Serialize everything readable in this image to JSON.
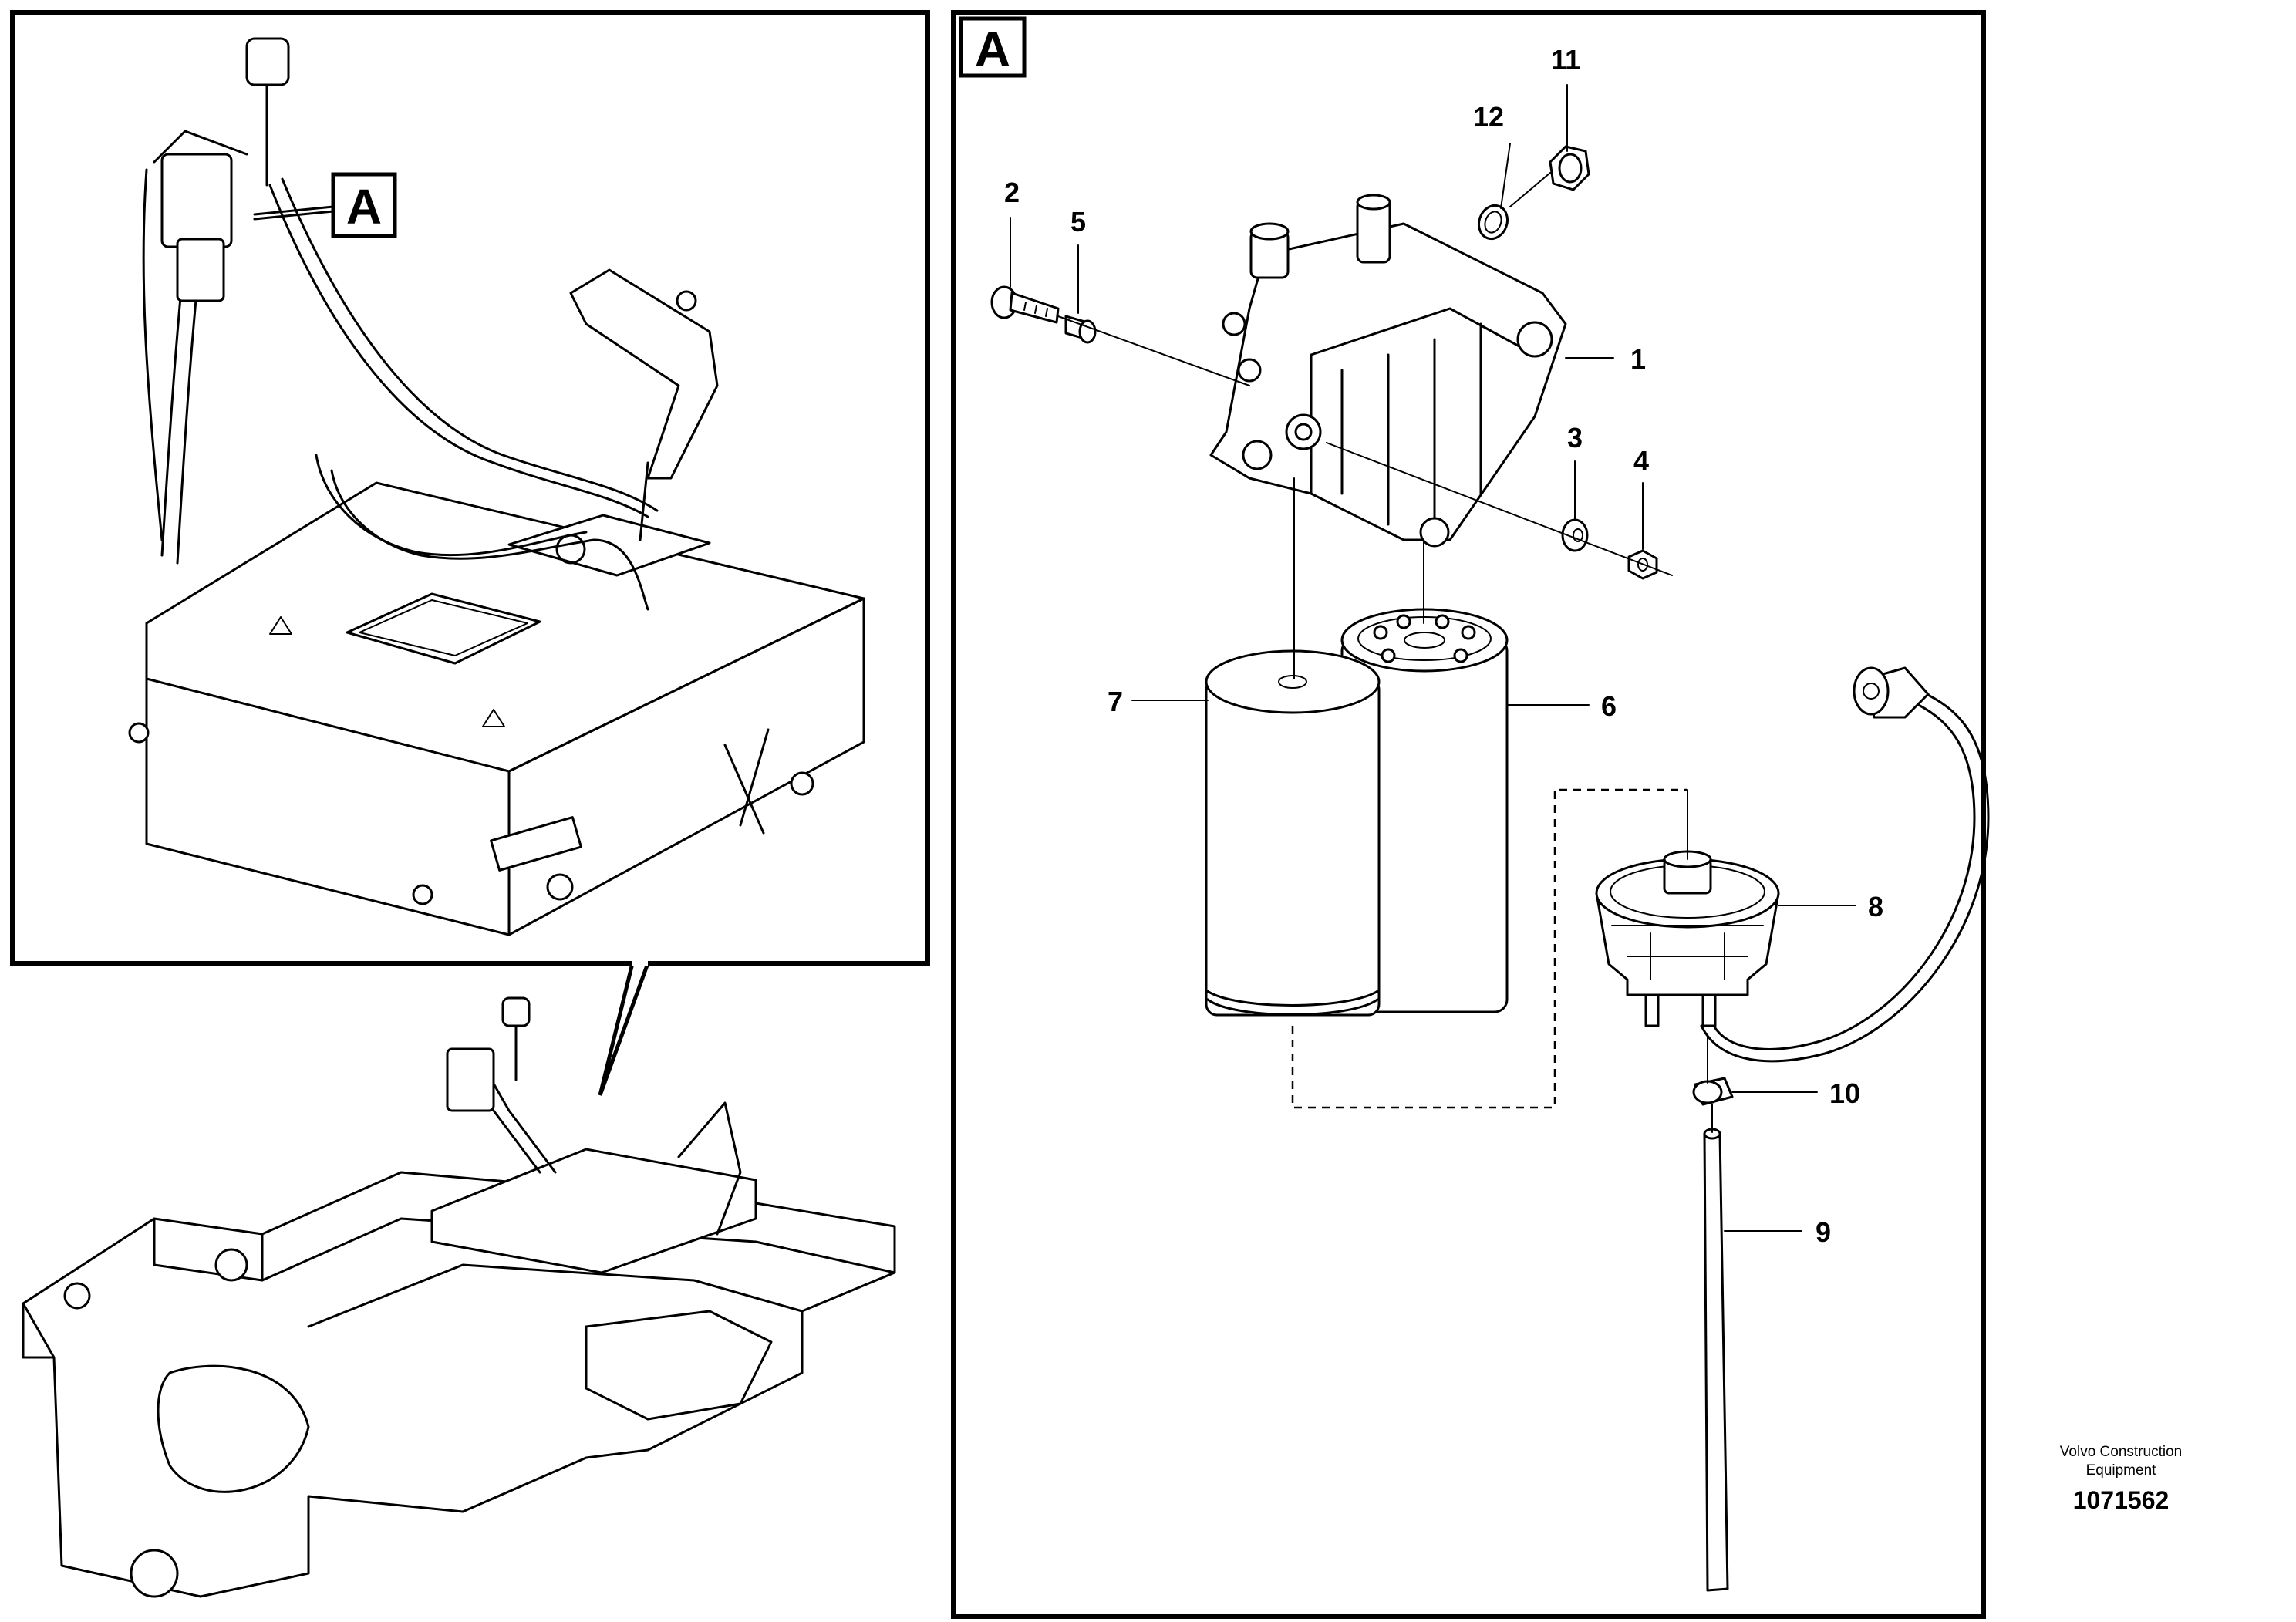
{
  "view_label": "A",
  "overview_label": "A",
  "brand": {
    "line1": "Volvo Construction",
    "line2": "Equipment"
  },
  "document_number": "1071562",
  "callouts": [
    "1",
    "2",
    "3",
    "4",
    "5",
    "6",
    "7",
    "8",
    "9",
    "10",
    "11",
    "12"
  ]
}
